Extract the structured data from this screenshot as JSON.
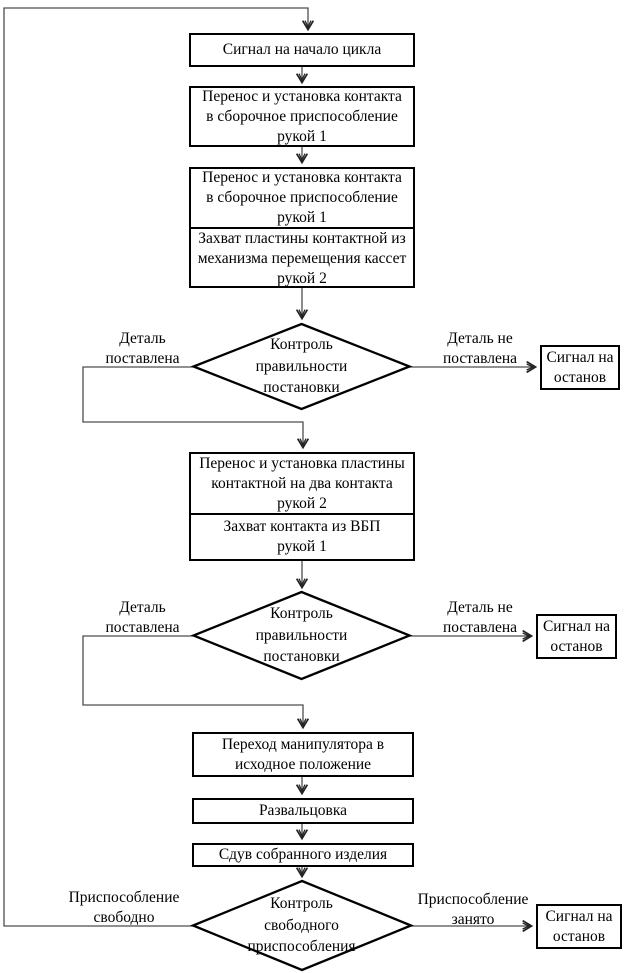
{
  "diagram": {
    "nodes": {
      "start": {
        "text": "Сигнал на начало цикла"
      },
      "step1": {
        "lines": [
          "Перенос и установка контакта",
          "в сборочное приспособление",
          "рукой 1"
        ]
      },
      "step2a": {
        "lines": [
          "Перенос и установка контакта",
          "в сборочное приспособление",
          "рукой 1"
        ]
      },
      "step2b": {
        "lines": [
          "Захват пластины контактной из",
          "механизма перемещения кассет",
          "рукой 2"
        ]
      },
      "decision1": {
        "lines": [
          "Контроль",
          "правильности",
          "постановки"
        ]
      },
      "stop1": {
        "lines": [
          "Сигнал на",
          "останов"
        ]
      },
      "step3a": {
        "lines": [
          "Перенос и установка пластины",
          "контактной на два контакта",
          "рукой 2"
        ]
      },
      "step3b": {
        "lines": [
          "Захват контакта из ВБП",
          "рукой 1"
        ]
      },
      "decision2": {
        "lines": [
          "Контроль",
          "правильности",
          "постановки"
        ]
      },
      "stop2": {
        "lines": [
          "Сигнал на",
          "останов"
        ]
      },
      "step4": {
        "lines": [
          "Переход манипулятора в",
          "исходное положение"
        ]
      },
      "step5": {
        "text": "Развальцовка"
      },
      "step6": {
        "text": "Сдув собранного изделия"
      },
      "decision3": {
        "lines": [
          "Контроль",
          "свободного",
          "приспособления"
        ]
      },
      "stop3": {
        "lines": [
          "Сигнал на",
          "останов"
        ]
      }
    },
    "branch_labels": {
      "yes1": {
        "lines": [
          "Деталь",
          "поставлена"
        ]
      },
      "no1": {
        "lines": [
          "Деталь не",
          "поставлена"
        ]
      },
      "yes2": {
        "lines": [
          "Деталь",
          "поставлена"
        ]
      },
      "no2": {
        "lines": [
          "Деталь не",
          "поставлена"
        ]
      },
      "yes3": {
        "lines": [
          "Приспособление",
          "свободно"
        ]
      },
      "no3": {
        "lines": [
          "Приспособление",
          "занято"
        ]
      }
    },
    "colors": {
      "shape_border": "#000000",
      "connector": "#4d4d4d",
      "background": "#ffffff",
      "text": "#000000"
    }
  }
}
